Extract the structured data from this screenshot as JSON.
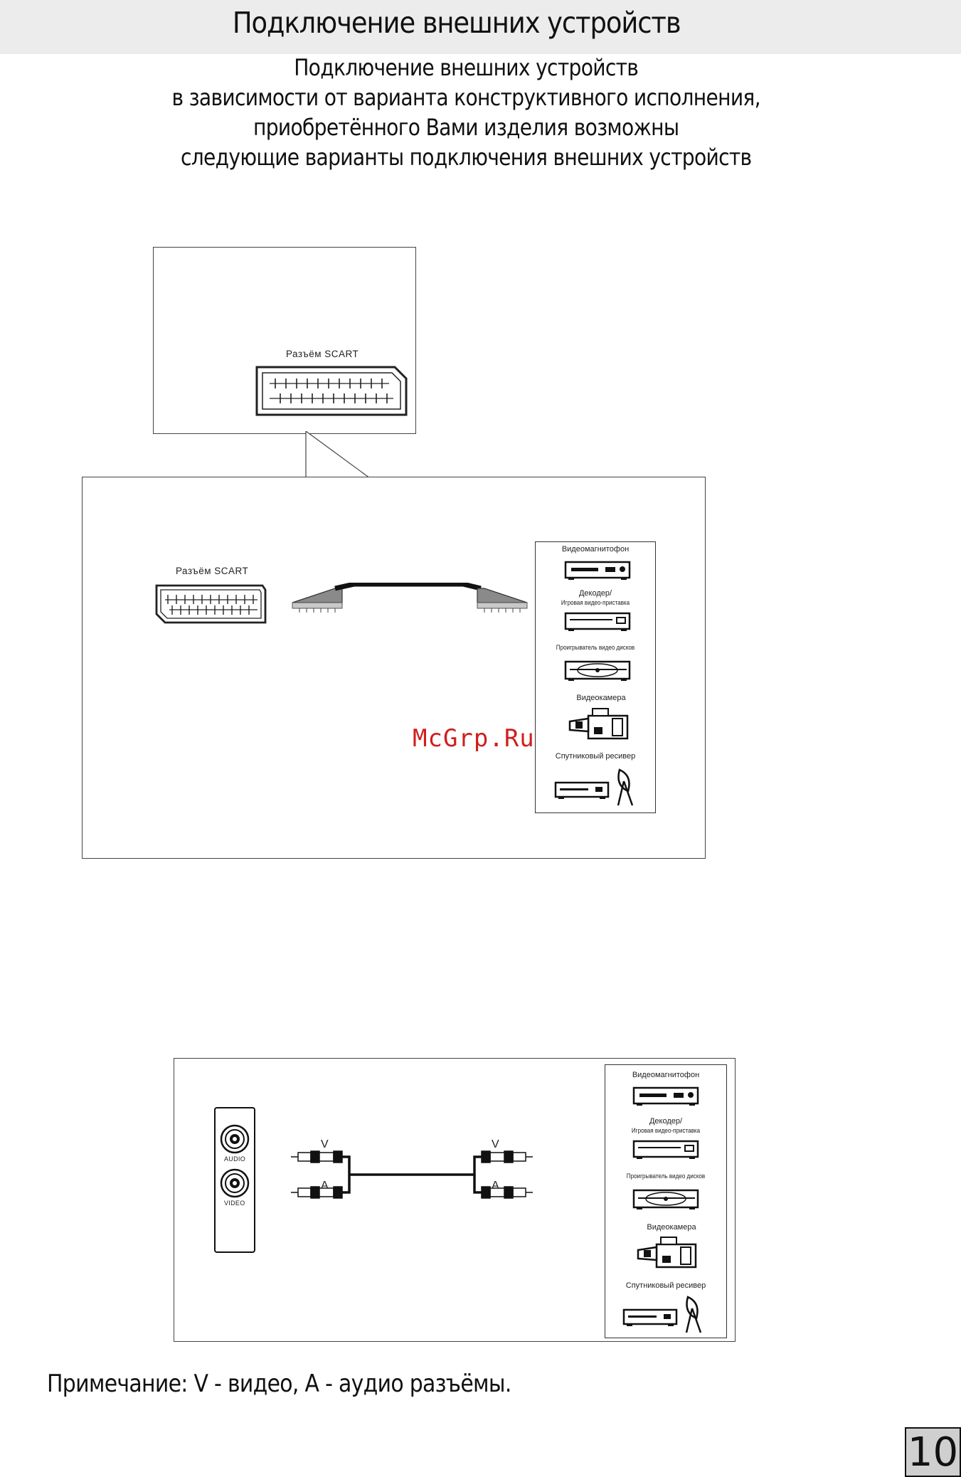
{
  "page": {
    "title": "Подключение внешних устройств",
    "intro": [
      "Подключение внешних устройств",
      "в зависимости от варианта конструктивного исполнения,",
      "приобретённого Вами изделия возможны",
      "следующие варианты подключения внешних устройств"
    ],
    "note": "Примечание: V - видео, A - аудио разъёмы.",
    "page_number": "10",
    "watermark": "McGrp.Ru"
  },
  "scart": {
    "inset_label": "Разъём SCART",
    "main_label": "Разъём SCART"
  },
  "devices": {
    "vcr": "Видеомагнитофон",
    "decoder": "Декодер/",
    "console": "Игровая видео-приставка",
    "dvd": "Проигрыватель видео дисков",
    "camcorder": "Видеокамера",
    "satellite": "Спутниковый ресивер"
  },
  "rca": {
    "audio_label": "AUDIO",
    "video_label": "VIDEO",
    "v": "V",
    "a": "A"
  }
}
